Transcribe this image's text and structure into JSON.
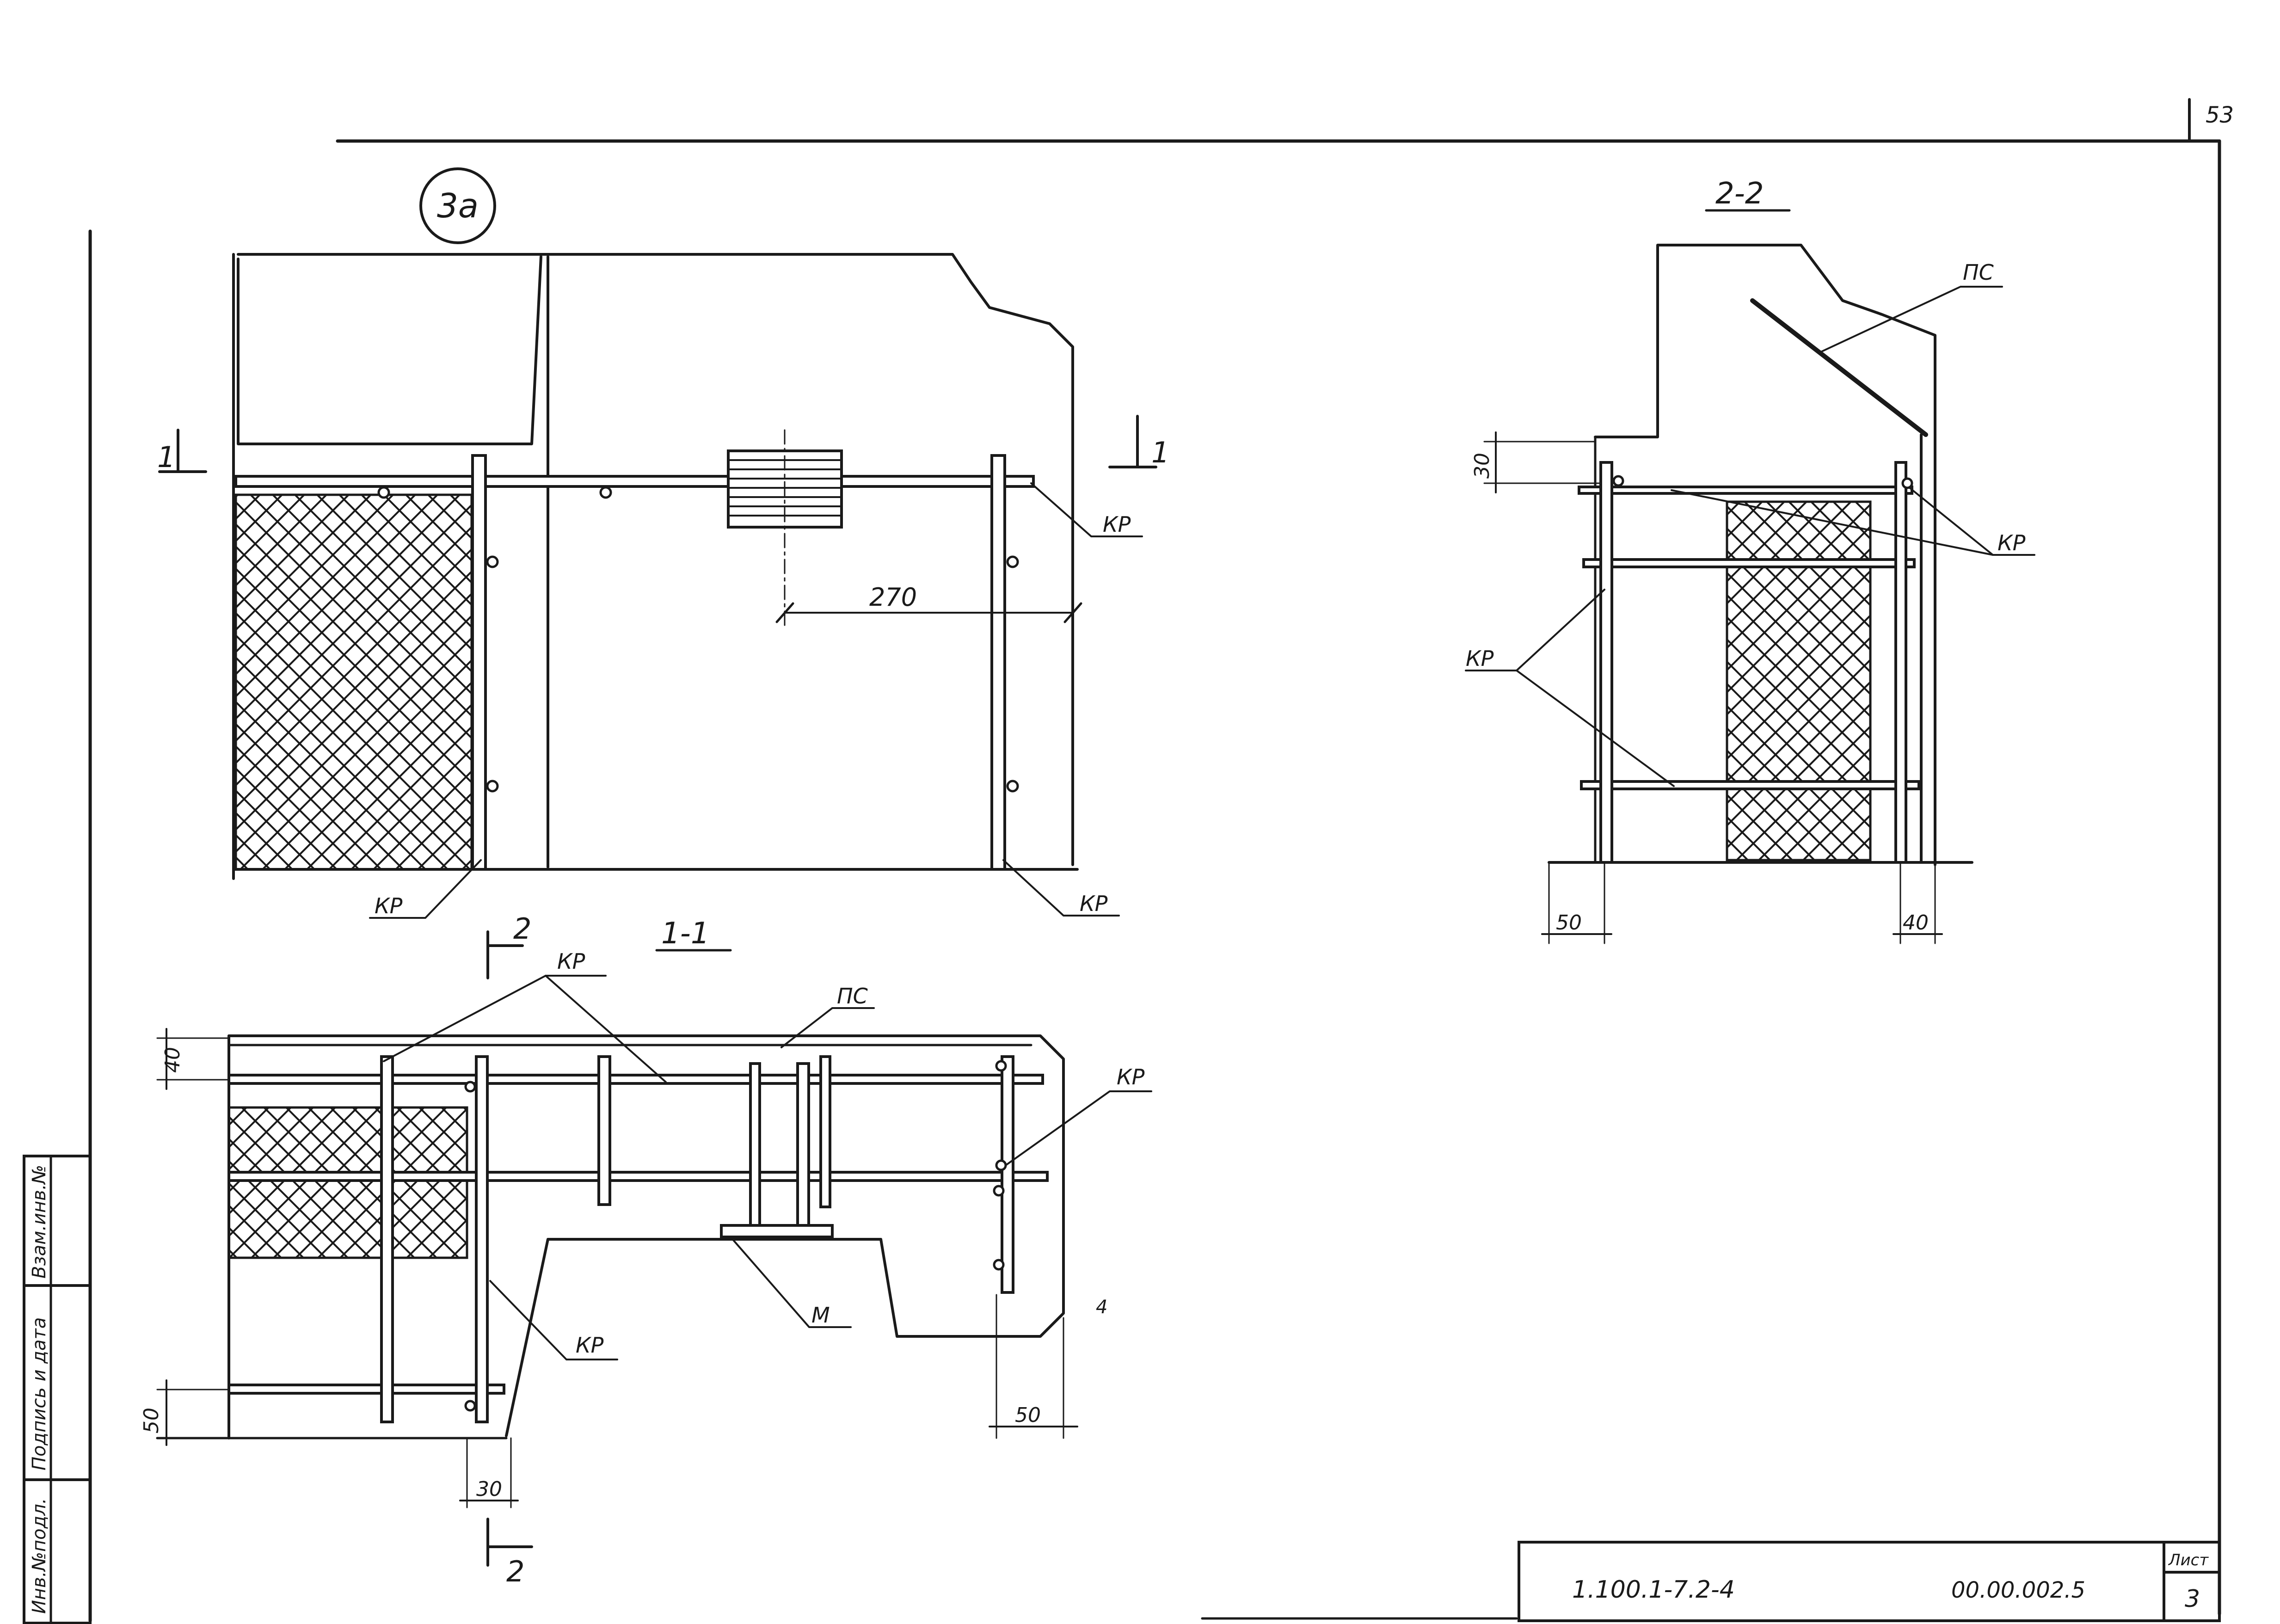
{
  "page": {
    "corner_number": "53"
  },
  "detail": {
    "marker": "3а"
  },
  "labels": {
    "kr": "КР",
    "ps": "ПС",
    "m": "М",
    "section_1_1": "1-1",
    "section_2_2": "2-2",
    "cut_1": "1",
    "cut_2": "2"
  },
  "dimensions": {
    "d270": "270",
    "d30": "30",
    "d40": "40",
    "d50": "50",
    "d4": "4"
  },
  "side_stamp": {
    "inv_orig": "Инв.№подл.",
    "sign_date": "Подпись и дата",
    "replace_inv": "Взам.инв.№"
  },
  "title_block": {
    "doc_code": "1.100.1-7.2-4",
    "doc_number": "00.00.002.5",
    "sheet_label": "Лист",
    "sheet_number": "3"
  },
  "colors": {
    "ink": "#1a1a1a",
    "paper": "#ffffff"
  }
}
